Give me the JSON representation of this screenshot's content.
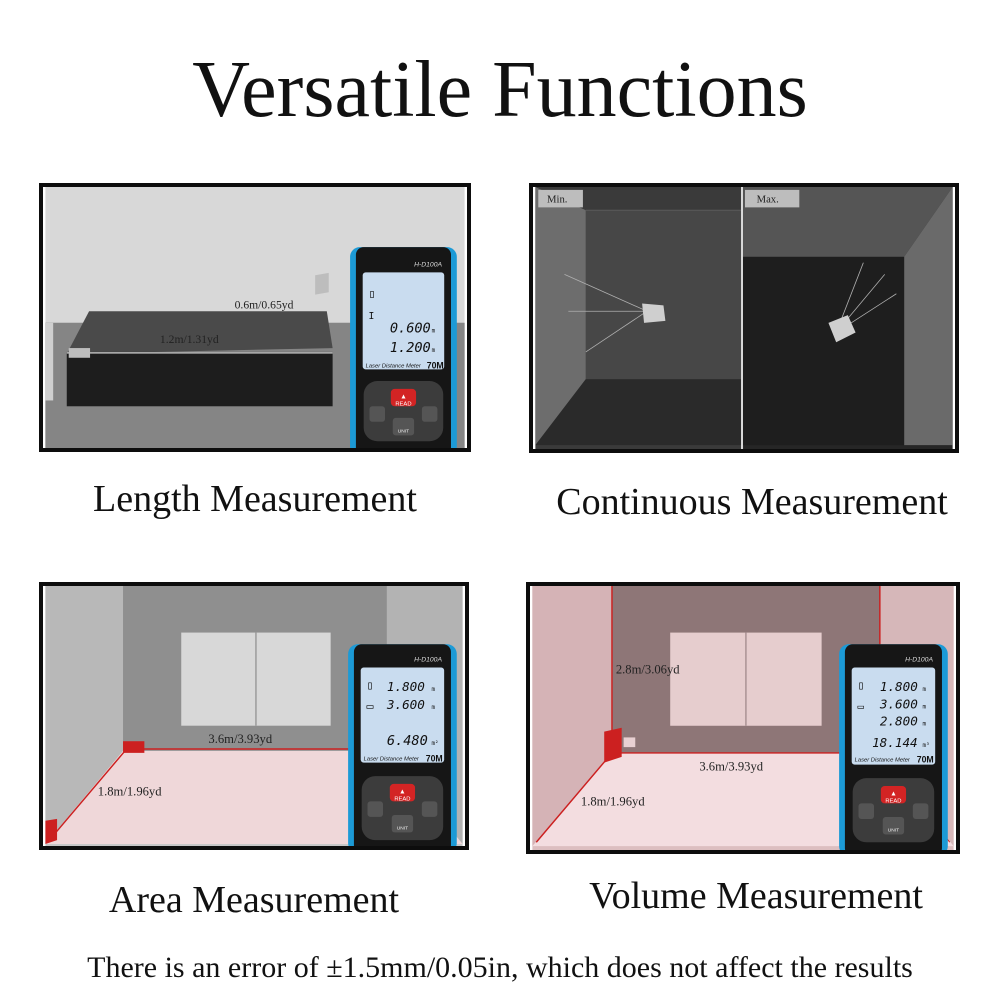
{
  "title": "Versatile Functions",
  "footer": "There is an error of ±1.5mm/0.05in, which does not affect the results",
  "panels": {
    "length": {
      "caption": "Length Measurement",
      "labels": {
        "height": "0.6m/0.65yd",
        "length": "1.2m/1.31yd"
      },
      "device": {
        "model": "H-D100A",
        "lcd_line1": "0.600",
        "lcd_line2": "1.200",
        "unit1": "m",
        "unit2": "m",
        "brand_text": "Laser Distance Meter",
        "range": "70M",
        "read_label": "READ",
        "unit_label": "UNIT"
      }
    },
    "continuous": {
      "caption": "Continuous Measurement",
      "tag_min": "Min.",
      "tag_max": "Max."
    },
    "area": {
      "caption": "Area Measurement",
      "labels": {
        "width": "3.6m/3.93yd",
        "depth": "1.8m/1.96yd"
      },
      "device": {
        "model": "H-D100A",
        "lcd_line1": "1.800",
        "lcd_line2": "3.600",
        "lcd_line3": "6.480",
        "unit1": "m",
        "unit2": "m",
        "unit3": "m²",
        "brand_text": "Laser Distance Meter",
        "range": "70M",
        "read_label": "READ",
        "unit_label": "UNIT"
      }
    },
    "volume": {
      "caption": "Volume Measurement",
      "labels": {
        "height": "2.8m/3.06yd",
        "width": "3.6m/3.93yd",
        "depth": "1.8m/1.96yd"
      },
      "device": {
        "model": "H-D100A",
        "lcd_line1": "1.800",
        "lcd_line2": "3.600",
        "lcd_line3": "2.800",
        "lcd_line4": "18.144",
        "unit1": "m",
        "unit2": "m",
        "unit3": "m",
        "unit4": "m³",
        "brand_text": "Laser Distance Meter",
        "range": "70M",
        "read_label": "READ",
        "unit_label": "UNIT"
      }
    }
  }
}
